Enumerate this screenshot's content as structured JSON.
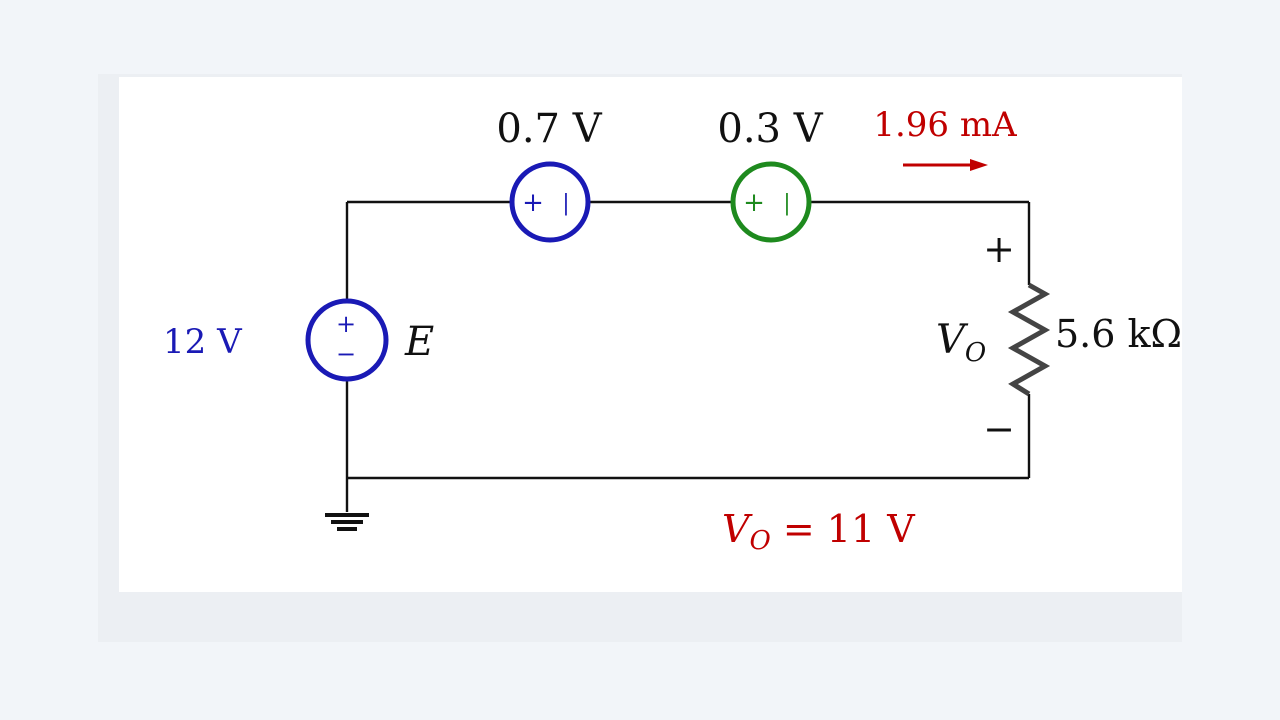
{
  "source_e": {
    "value": "12 V",
    "name": "E",
    "color": "#1a1ab5"
  },
  "diode1": {
    "value": "0.7 V",
    "color": "#1a1ab5"
  },
  "diode2": {
    "value": "0.3 V",
    "color": "#1e8a1e"
  },
  "current": {
    "value": "1.96 mA",
    "color": "#c00000"
  },
  "resistor": {
    "value": "5.6 kΩ",
    "plus": "+",
    "minus": "−"
  },
  "output": {
    "symbol": "V",
    "subscript": "O",
    "result_symbol": "V",
    "result_subscript": "O",
    "result_rest": " = 11 V",
    "color": "#c00000"
  },
  "source_signs": {
    "plus": "+",
    "minus": "−"
  },
  "diode_signs": {
    "plus": "+",
    "minus": "|"
  }
}
